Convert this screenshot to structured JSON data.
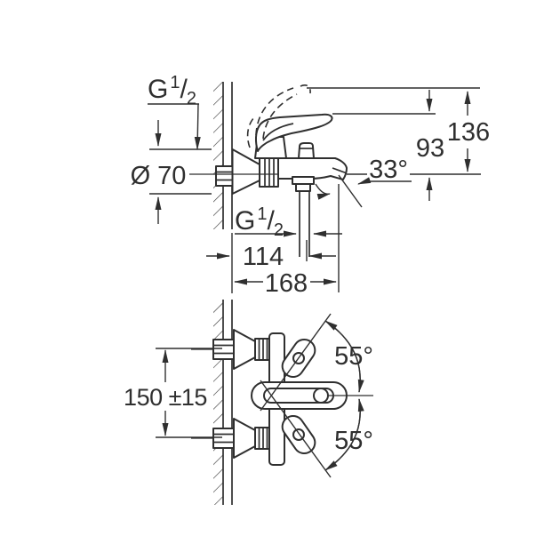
{
  "colors": {
    "line": "#2f2f2f",
    "background": "#ffffff"
  },
  "side_view": {
    "inlet_thread": {
      "letter": "G",
      "numerator": "1",
      "slash": "/",
      "denominator": "2"
    },
    "escutcheon_diameter": "Ø 70",
    "handle_height": "93",
    "raised_handle_height": "136",
    "spout_angle": "33°",
    "shower_outlet_thread": {
      "letter": "G",
      "numerator": "1",
      "slash": "/",
      "denominator": "2"
    },
    "wall_to_shower_outlet": "114",
    "wall_to_spout_tip": "168"
  },
  "front_view": {
    "connection_spacing": "150 ±15",
    "union_swivel_upper": "55°",
    "union_swivel_lower": "55°"
  }
}
